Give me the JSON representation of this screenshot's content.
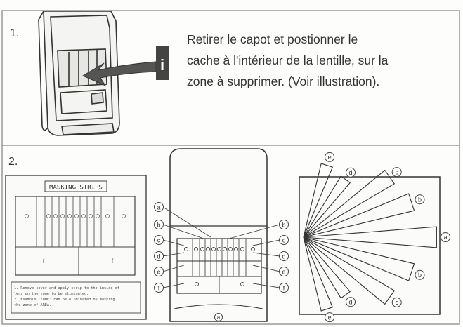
{
  "step1": {
    "number": "1.",
    "instruction_lines": [
      "Retirer le capot et postionner le",
      "cache à l'intérieur de la lentille, sur la",
      "zone à supprimer. (Voir illustration)."
    ],
    "info_badge": "i"
  },
  "step2": {
    "number": "2.",
    "strips_sheet": {
      "title": "MASKING STRIPS",
      "lower_left_letter": "f",
      "lower_right_letter": "f",
      "notes": [
        "1. Remove cover and apply strip to the inside of",
        "   lens on the zone to be eliminated.",
        "2. Example 'ZONE' can be eliminated by masking",
        "   the zone of AREA."
      ]
    },
    "detector_labels_left": [
      "a",
      "b",
      "c",
      "d",
      "e",
      "f"
    ],
    "detector_labels_right": [
      "b",
      "c",
      "d",
      "e",
      "f"
    ],
    "detector_bottom_label": "a",
    "coverage_labels": [
      "e",
      "d",
      "c",
      "b",
      "a",
      "b",
      "c",
      "d",
      "e"
    ]
  },
  "colors": {
    "ink": "#333333",
    "light_ink": "#777777",
    "frame": "#9a9a9a"
  }
}
